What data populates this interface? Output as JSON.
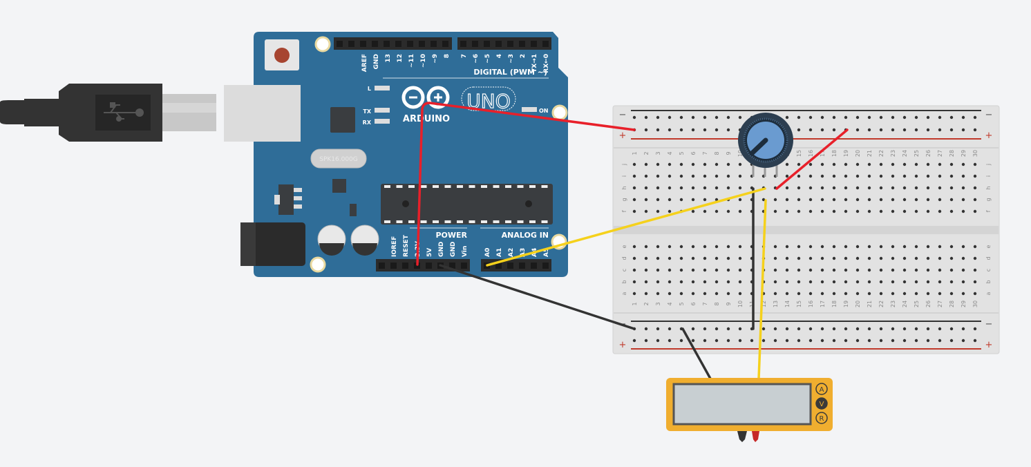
{
  "colors": {
    "canvas": "#f3f4f6",
    "board": "#2f6d98",
    "breadboard": "#e2e2e2",
    "wire_red": "#e8202a",
    "wire_yellow": "#f5d11c",
    "wire_black": "#333333",
    "multimeter": "#f0ae2f",
    "pot_knob": "#6a9bd0"
  },
  "arduino": {
    "brand": "ARDUINO",
    "model": "UNO",
    "digital_label": "DIGITAL (PWM ~)",
    "power_label": "POWER",
    "analog_label": "ANALOG IN",
    "led_l": "L",
    "led_tx": "TX",
    "led_rx": "RX",
    "led_on": "ON",
    "crystal": "SPK16.000G",
    "digital_pins_left": [
      "AREF",
      "GND",
      "13",
      "12",
      "~11",
      "~10",
      "~9",
      "8"
    ],
    "digital_pins_right": [
      "7",
      "~6",
      "~5",
      "4",
      "~3",
      "2",
      "TX→1",
      "RX←0"
    ],
    "power_pins": [
      "IOREF",
      "RESET",
      "3.3V",
      "5V",
      "GND",
      "GND",
      "Vin"
    ],
    "analog_pins": [
      "A0",
      "A1",
      "A2",
      "A3",
      "A4",
      "A5"
    ]
  },
  "breadboard": {
    "columns": 30,
    "rows_top": [
      "j",
      "i",
      "h",
      "g",
      "f"
    ],
    "rows_bottom": [
      "e",
      "d",
      "c",
      "b",
      "a"
    ],
    "rail_minus": "−",
    "rail_plus": "+"
  },
  "multimeter": {
    "mode_buttons": [
      "A",
      "V",
      "R"
    ],
    "selected_mode": "V",
    "display": ""
  },
  "usb": {
    "icon": "usb-icon"
  }
}
